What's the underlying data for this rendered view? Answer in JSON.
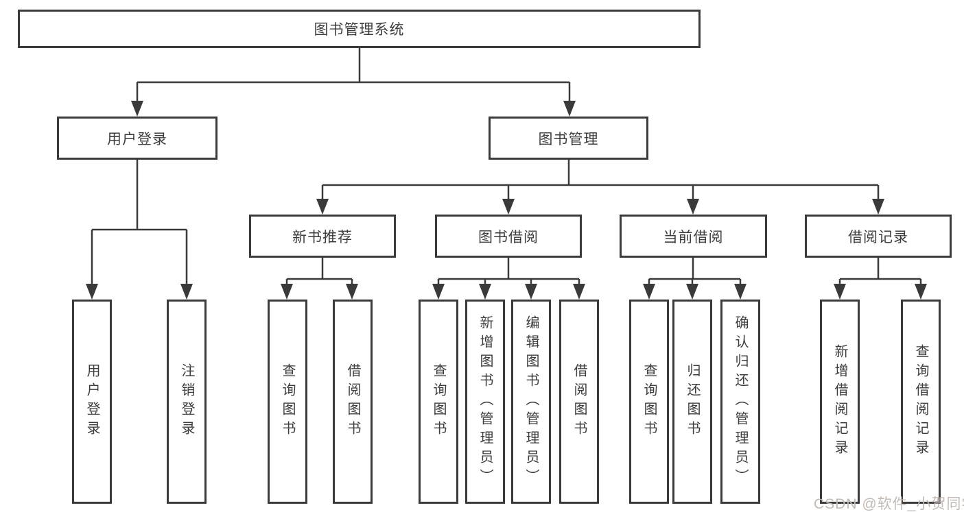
{
  "diagram": {
    "type": "tree",
    "title": "图书管理系统",
    "watermark": "CSDN @软件_小贺同学",
    "colors": {
      "line": "#3a3a3a",
      "box_border": "#3a3a3a",
      "text": "#3d3d3d",
      "box_background": "#ffffff",
      "page_background": "#ffffff",
      "watermark": "#c3bab4"
    },
    "nodes": {
      "root": {
        "label": "图书管理系统"
      },
      "level2": [
        {
          "label": "用户登录"
        },
        {
          "label": "图书管理"
        }
      ],
      "level3": [
        {
          "label": "新书推荐",
          "parent": "图书管理"
        },
        {
          "label": "图书借阅",
          "parent": "图书管理"
        },
        {
          "label": "当前借阅",
          "parent": "图书管理"
        },
        {
          "label": "借阅记录",
          "parent": "图书管理"
        }
      ],
      "leaves": [
        {
          "label": "用户登录",
          "parent": "用户登录"
        },
        {
          "label": "注销登录",
          "parent": "用户登录"
        },
        {
          "label": "查询图书",
          "parent": "新书推荐"
        },
        {
          "label": "借阅图书",
          "parent": "新书推荐"
        },
        {
          "label": "查询图书",
          "parent": "图书借阅"
        },
        {
          "label": "新增图书（管理员）",
          "parent": "图书借阅"
        },
        {
          "label": "编辑图书（管理员）",
          "parent": "图书借阅"
        },
        {
          "label": "借阅图书",
          "parent": "图书借阅"
        },
        {
          "label": "查询图书",
          "parent": "当前借阅"
        },
        {
          "label": "归还图书",
          "parent": "当前借阅"
        },
        {
          "label": "确认归还（管理员）",
          "parent": "当前借阅"
        },
        {
          "label": "新增借阅记录",
          "parent": "借阅记录"
        },
        {
          "label": "查询借阅记录",
          "parent": "借阅记录"
        }
      ]
    }
  }
}
